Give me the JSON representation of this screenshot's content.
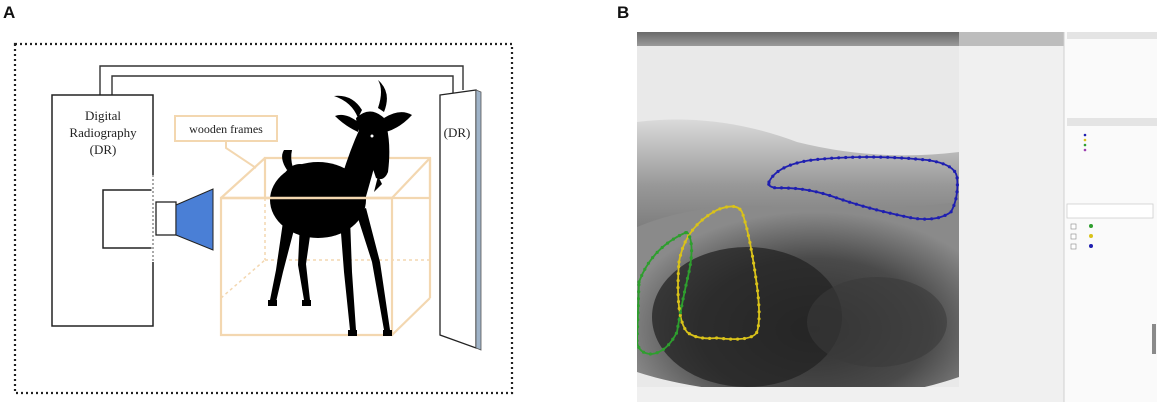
{
  "panels": {
    "a": {
      "letter": "A",
      "dr_left_line1": "Digital",
      "dr_left_line2": "Radiography",
      "dr_left_line3": "(DR)",
      "dr_right": "(DR)",
      "frame_label": "wooden frames"
    },
    "b": {
      "letter": "B",
      "contours": [
        {
          "color": "#1f1fb0",
          "name": "blue contour"
        },
        {
          "color": "#d9c21a",
          "name": "yellow contour"
        },
        {
          "color": "#2e9e2e",
          "name": "green contour"
        }
      ]
    }
  },
  "colors": {
    "frame": "#f3d7b0",
    "detector_blue": "#4a7fd6",
    "contour_blue": "#1f1fb0",
    "contour_yellow": "#d9c21a",
    "contour_green": "#2e9e2e"
  }
}
